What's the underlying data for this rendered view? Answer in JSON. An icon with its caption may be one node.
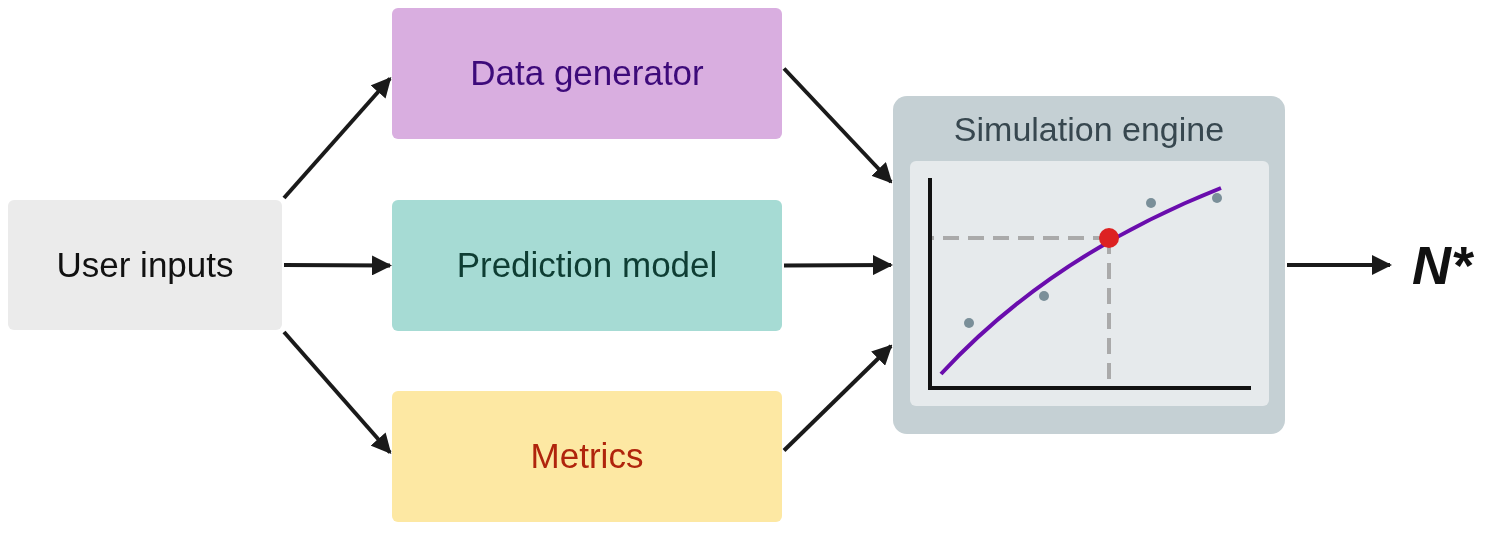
{
  "diagram": {
    "nodes": [
      {
        "text": [
          "User inputs"
        ]
      },
      {
        "text": [
          "Data generator"
        ]
      },
      {
        "text": [
          "Prediction model"
        ]
      },
      {
        "text": [
          "Metrics"
        ]
      },
      {
        "text": [
          "Simulation engine"
        ]
      },
      {
        "text": [
          "N*"
        ]
      }
    ],
    "edges": [
      {
        "from": 0,
        "to": 1,
        "arrow": "to"
      },
      {
        "from": 0,
        "to": 2,
        "arrow": "to"
      },
      {
        "from": 0,
        "to": 3,
        "arrow": "to"
      },
      {
        "from": 1,
        "to": 4,
        "arrow": "to"
      },
      {
        "from": 2,
        "to": 4,
        "arrow": "to"
      },
      {
        "from": 3,
        "to": 4,
        "arrow": "to"
      },
      {
        "from": 4,
        "to": 5,
        "arrow": "to"
      }
    ]
  }
}
